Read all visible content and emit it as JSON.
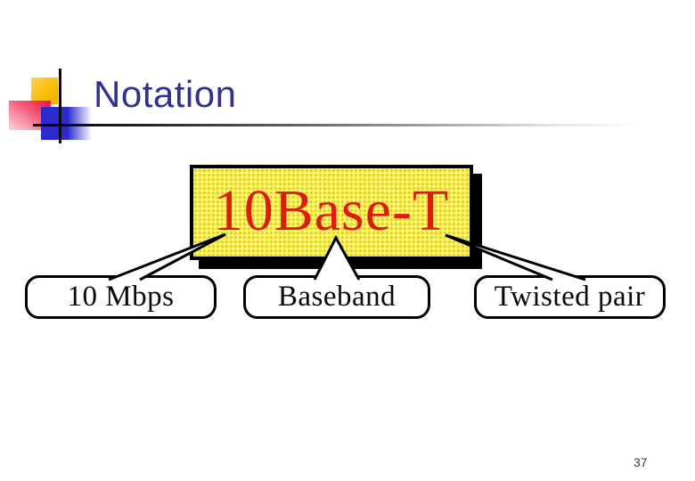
{
  "slide": {
    "title": "Notation",
    "page_number": "37",
    "diagram": {
      "main_label": "10Base-T",
      "callouts": [
        {
          "label": "10 Mbps"
        },
        {
          "label": "Baseband"
        },
        {
          "label": "Twisted pair"
        }
      ]
    },
    "colors": {
      "title_text": "#32328e",
      "main_box_fill": "#f9f046",
      "main_box_text": "#dd1c10",
      "box_border": "#000000",
      "decor_yellow": "#f9bc05",
      "decor_blue": "#2a2ace",
      "decor_red": "#ef0f35",
      "page_number_text": "#3d3d3d"
    }
  }
}
